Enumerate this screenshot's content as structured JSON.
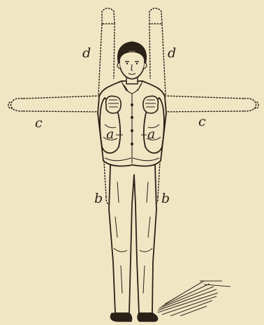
{
  "labels": {
    "left_raised": "d",
    "right_raised": "d",
    "left_extended": "c",
    "right_extended": "c",
    "left_forearm": "a",
    "right_forearm": "a",
    "left_lowered": "b",
    "right_lowered": "b"
  },
  "colors": {
    "paper": "#f1e6c4",
    "ink": "#2a2118",
    "shade": "#3a3026"
  }
}
